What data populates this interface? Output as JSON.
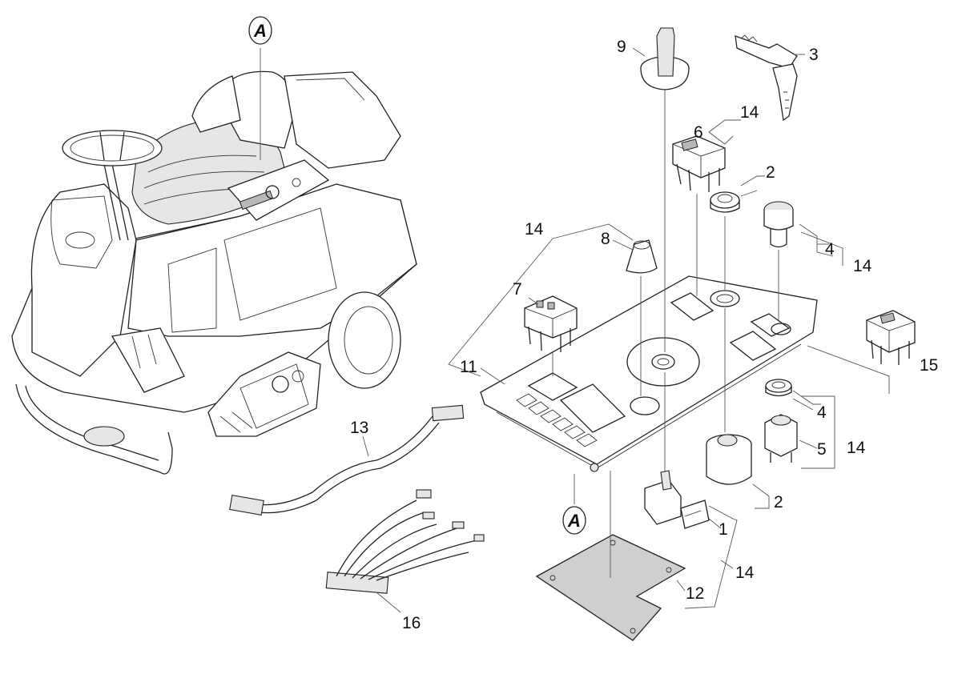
{
  "callouts": {
    "c1": "1",
    "c2a": "2",
    "c2b": "2",
    "c3": "3",
    "c4a": "4",
    "c4b": "4",
    "c5": "5",
    "c6": "6",
    "c7": "7",
    "c8": "8",
    "c9": "9",
    "c11": "11",
    "c12": "12",
    "c13": "13",
    "c14a": "14",
    "c14b": "14",
    "c14c": "14",
    "c14d": "14",
    "c14e": "14",
    "c15": "15",
    "c16": "16"
  },
  "section_markers": {
    "top": "A",
    "bottom": "A"
  }
}
